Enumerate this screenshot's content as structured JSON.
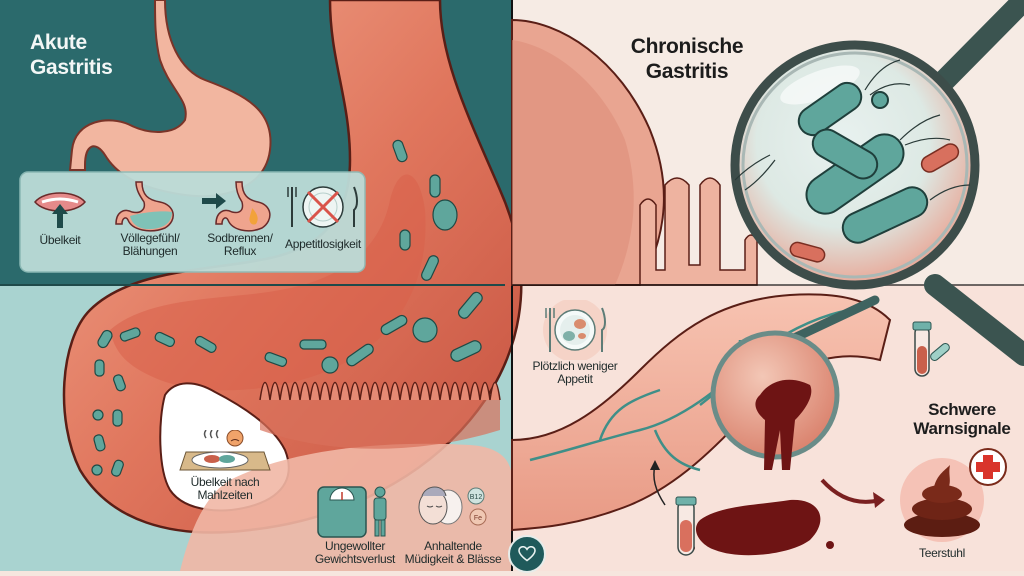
{
  "panels": {
    "acute": {
      "title_line1": "Akute",
      "title_line2": "Gastritis",
      "background_color": "#2b6a6c",
      "symptoms_box": {
        "items": [
          {
            "icon": "nausea-mouth-icon",
            "label_line1": "Übelkeit",
            "label_line2": ""
          },
          {
            "icon": "bloated-stomach-icon",
            "label_line1": "Völlegefühl/",
            "label_line2": "Blähungen"
          },
          {
            "icon": "heartburn-stomach-icon",
            "label_line1": "Sodbrennen/",
            "label_line2": "Reflux"
          },
          {
            "icon": "no-appetite-plate-icon",
            "label_line1": "Appetitlosigkeit",
            "label_line2": ""
          }
        ]
      },
      "bottom_items": [
        {
          "icon": "meal-tray-nausea-icon",
          "label_line1": "Übelkeit nach",
          "label_line2": "Mahlzeiten"
        },
        {
          "icon": "scale-person-icon",
          "label_line1": "Ungewollter",
          "label_line2": "Gewichtsverlust"
        },
        {
          "icon": "tired-face-b12-fe-icon",
          "label_line1": "Anhaltende",
          "label_line2": "Müdigkeit & Blässe",
          "badges": [
            "B12",
            "Fe"
          ]
        }
      ]
    },
    "chronic": {
      "title_line1": "Chronische",
      "title_line2": "Gastritis",
      "background_color": "#f6ebe4",
      "magnifier_content": "helicobacter-bacteria",
      "items": [
        {
          "icon": "plate-small-portion-icon",
          "label_line1": "Plötzlich weniger",
          "label_line2": "Appetit"
        }
      ],
      "warning": {
        "title_line1": "Schwere",
        "title_line2": "Warnsignale",
        "items": [
          {
            "icon": "blood-test-tube-icon",
            "label": ""
          },
          {
            "icon": "tar-stool-icon",
            "label": "Teerstuhl",
            "badge": "red-cross"
          }
        ]
      }
    }
  },
  "colors": {
    "teal_dark": "#2b6a6c",
    "teal_light": "#a9d3d0",
    "tissue_pink": "#e8927c",
    "tissue_red": "#c9503d",
    "bacteria_teal": "#5fa69c",
    "cream": "#f6ebe4",
    "blood": "#6e1414",
    "cross_red": "#d9342b"
  },
  "floating_button": {
    "icon": "heart-icon"
  }
}
